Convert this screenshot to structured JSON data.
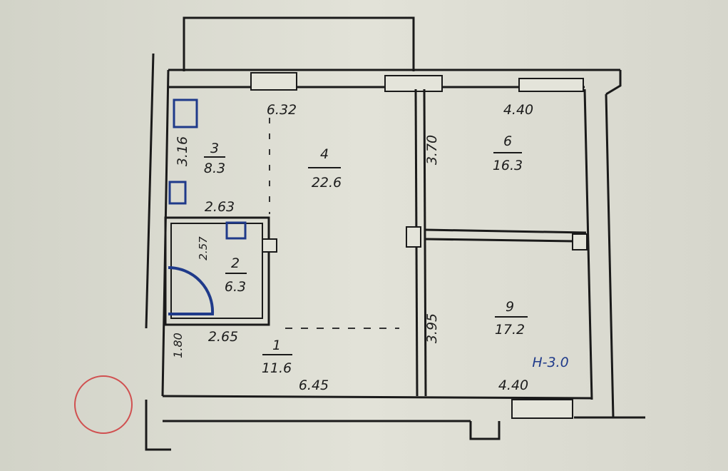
{
  "plan": {
    "rooms": [
      {
        "number": "3",
        "area": "8.3"
      },
      {
        "number": "4",
        "area": "22.6"
      },
      {
        "number": "6",
        "area": "16.3"
      },
      {
        "number": "2",
        "area": "6.3"
      },
      {
        "number": "9",
        "area": "17.2"
      },
      {
        "number": "1",
        "area": "11.6"
      }
    ],
    "dimensions": {
      "top_left": "6.32",
      "top_right": "4.40",
      "room3_height": "3.16",
      "room3_width": "2.63",
      "room6_height": "3.70",
      "bath_height": "2.57",
      "room9_height": "3.95",
      "hall_height": "1.80",
      "bath_width": "2.65",
      "bottom_left": "6.45",
      "bottom_right": "4.40"
    },
    "ceiling_height": "H-3.0",
    "colors": {
      "paper": "#dcdcd0",
      "ink": "#1a1a1a",
      "blue_ink": "#1f3a8a",
      "stamp_red": "#d05050"
    }
  }
}
